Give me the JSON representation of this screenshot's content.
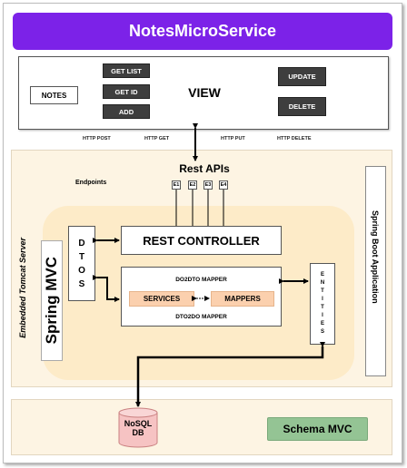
{
  "title": "NotesMicroService",
  "view": {
    "notes_label": "NOTES",
    "buttons": [
      "GET LIST",
      "GET ID",
      "ADD"
    ],
    "update_label": "UPDATE",
    "delete_label": "DELETE",
    "view_label": "VIEW"
  },
  "http_methods": [
    "HTTP POST",
    "HTTP GET",
    "HTTP PUT",
    "HTTP DELETE"
  ],
  "rest_apis": "Rest APIs",
  "endpoints_label": "Endpoints",
  "endpoints": [
    "E1",
    "E2",
    "E3",
    "E4"
  ],
  "embedded_tomcat": "Embedded Tomcat Server",
  "spring_boot": "Spring Boot Application",
  "spring_mvc": "Spring MVC",
  "dtos_letters": [
    "D",
    "T",
    "O",
    "S"
  ],
  "rest_controller": "REST CONTROLLER",
  "do2dto_mapper": "DO2DTO MAPPER",
  "dto2do_mapper": "DTO2DO MAPPER",
  "services": "SERVICES",
  "mappers": "MAPPERS",
  "entities_letters": [
    "E",
    "N",
    "T",
    "I",
    "T",
    "I",
    "E",
    "S"
  ],
  "nosql_lines": [
    "NoSQL",
    "DB"
  ],
  "schema_mvc": "Schema MVC",
  "colors": {
    "title_bg": "#7c22e8",
    "app_bg": "#fdf4e3",
    "mvc_area": "#fdebc8",
    "peach": "#fbd0ae",
    "schema_bg": "#94c494",
    "db_bg": "#f6c3c3",
    "dark_button": "#3e3e3e"
  }
}
